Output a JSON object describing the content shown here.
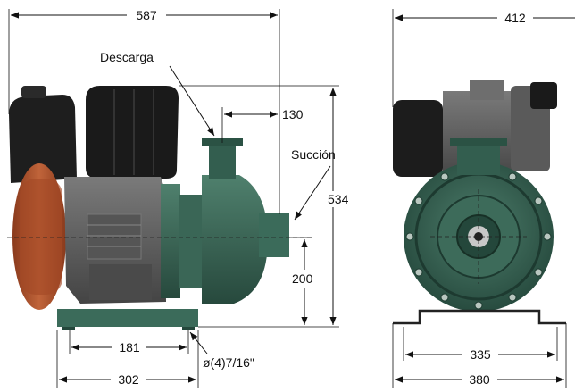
{
  "labels": {
    "descarga": "Descarga",
    "succion": "Succión",
    "bolt": "ø(4)7/16\""
  },
  "dimensions": {
    "length_total": "587",
    "width_total": "412",
    "outlet_offset": "130",
    "height_total": "534",
    "shaft_height": "200",
    "base_holes_side": "181",
    "base_length": "302",
    "base_holes_front": "335",
    "base_width": "380"
  },
  "colors": {
    "pump_green": "#2f5a4c",
    "pump_green_light": "#4a7a68",
    "engine_black": "#1c1c1c",
    "engine_gray": "#6a6a6a",
    "engine_orange": "#b4552e",
    "base_green": "#3b6b5a"
  }
}
